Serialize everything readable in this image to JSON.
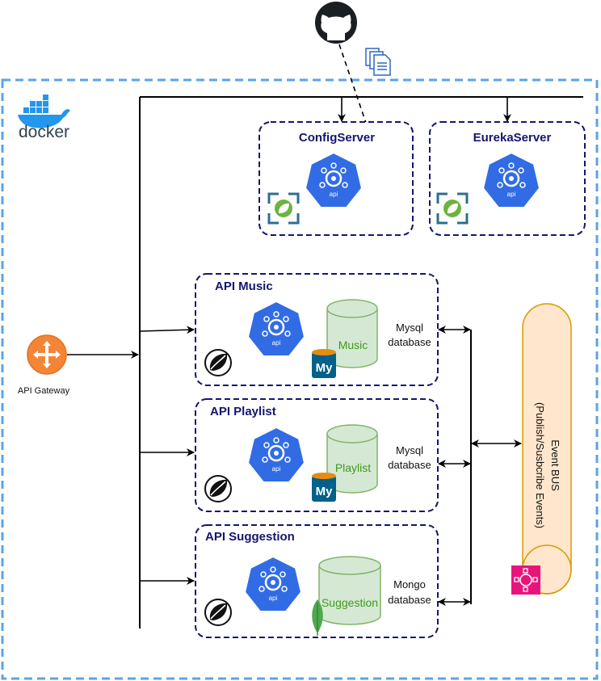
{
  "config_server": {
    "title": "ConfigServer",
    "api_label": "api"
  },
  "eureka_server": {
    "title": "EurekaServer",
    "api_label": "api"
  },
  "docker": {
    "label": "docker"
  },
  "gateway": {
    "label": "API Gateway"
  },
  "api_music": {
    "title": "API Music",
    "api_label": "api",
    "db_name": "Music",
    "db_type_1": "Mysql",
    "db_type_2": "database"
  },
  "api_playlist": {
    "title": "API Playlist",
    "api_label": "api",
    "db_name": "Playlist",
    "db_type_1": "Mysql",
    "db_type_2": "database"
  },
  "api_suggestion": {
    "title": "API Suggestion",
    "api_label": "api",
    "db_name": "Suggestion",
    "db_type_1": "Mongo",
    "db_type_2": "database"
  },
  "event_bus": {
    "line1": "Event BUS",
    "line2": "(Publish/Susbcribe Events)"
  },
  "colors": {
    "box_border": "#14166e",
    "docker_border": "#5aa4e8",
    "k8s_blue": "#326ce5",
    "cylinder_fill": "#d5e8d4",
    "cylinder_stroke": "#82b366",
    "event_fill": "#ffe6cc",
    "event_stroke": "#d79b00",
    "gateway_orange": "#f58536"
  }
}
